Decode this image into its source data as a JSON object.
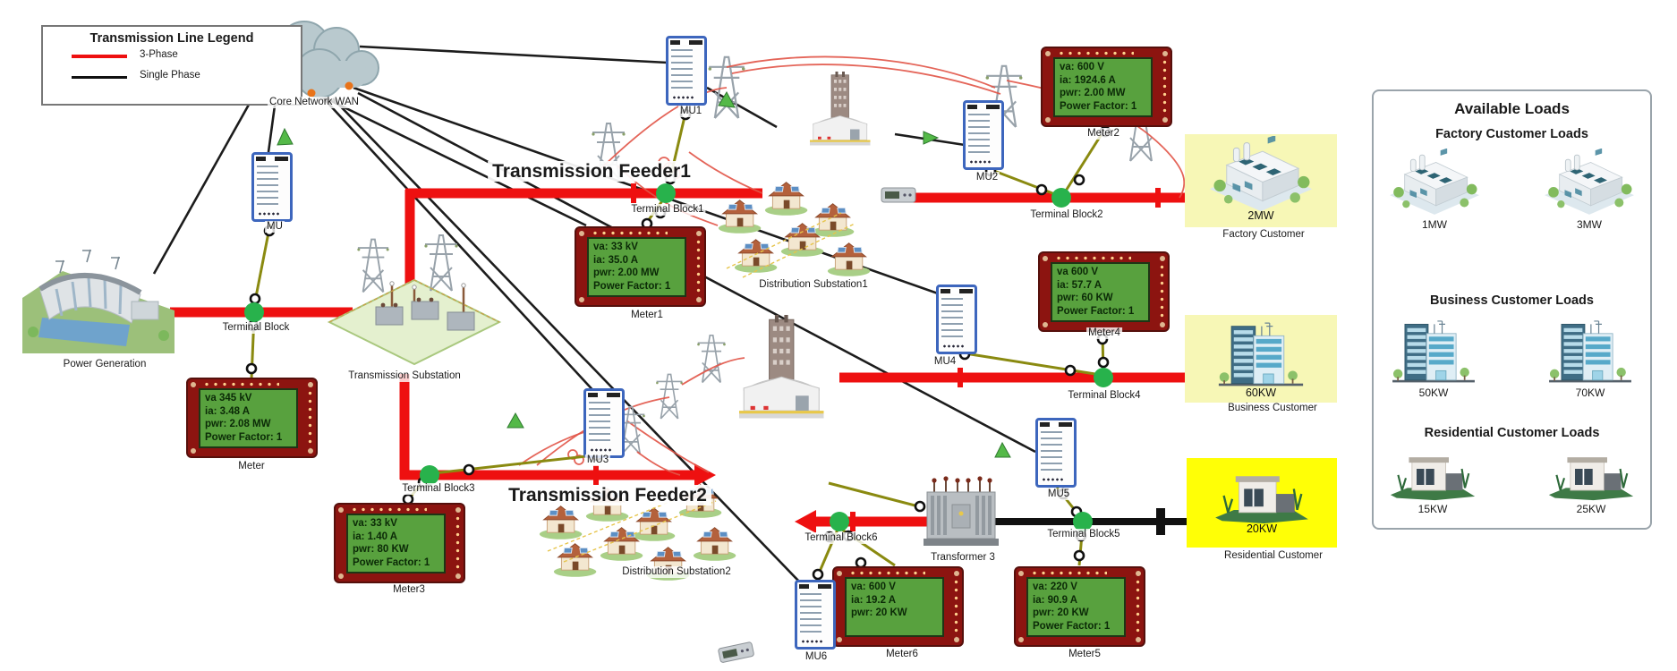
{
  "legend": {
    "title": "Transmission Line Legend",
    "items": [
      {
        "label": "3-Phase",
        "color": "#ee1010"
      },
      {
        "label": "Single Phase",
        "color": "#111111"
      }
    ]
  },
  "colors": {
    "three_phase": "#ee1010",
    "single_phase": "#111111",
    "process_bus": "#8a8a10",
    "terminal_block": "#28b24c",
    "lcd": "#58a13e",
    "highlight_pale": "#f7f7b6",
    "highlight_bright": "#ffff06"
  },
  "labels": {
    "core_network_wan": "Core Network WAN",
    "mu": "MU",
    "mu1": "MU1",
    "mu2": "MU2",
    "mu3": "MU3",
    "mu4": "MU4",
    "mu5": "MU5",
    "mu6": "MU6",
    "power_generation": "Power Generation",
    "transmission_substation": "Transmission Substation",
    "terminal_block": "Terminal Block",
    "terminal_block1": "Terminal Block1",
    "terminal_block2": "Terminal Block2",
    "terminal_block3": "Terminal Block3",
    "terminal_block4": "Terminal Block4",
    "terminal_block5": "Terminal Block5",
    "terminal_block6": "Terminal Block6",
    "distribution_substation1": "Distribution Substation1",
    "distribution_substation2": "Distribution Substation2",
    "transformer3": "Transformer 3",
    "feeder1": "Transmission Feeder1",
    "feeder2": "Transmission Feeder2"
  },
  "meters": {
    "meter": {
      "label": "Meter",
      "lines": [
        "va  345 kV",
        "ia: 3.48 A",
        "pwr: 2.08 MW",
        "Power Factor: 1"
      ]
    },
    "meter1": {
      "label": "Meter1",
      "lines": [
        "va: 33 kV",
        "ia: 35.0 A",
        "pwr: 2.00 MW",
        "Power Factor: 1"
      ]
    },
    "meter2": {
      "label": "Meter2",
      "lines": [
        "va: 600 V",
        "ia: 1924.6 A",
        "pwr: 2.00 MW",
        "Power Factor: 1"
      ]
    },
    "meter3": {
      "label": "Meter3",
      "lines": [
        "va: 33 kV",
        "ia: 1.40 A",
        "pwr: 80 KW",
        "Power Factor: 1"
      ]
    },
    "meter4": {
      "label": "Meter4",
      "lines": [
        "va  600 V",
        "ia: 57.7 A",
        "pwr: 60 KW",
        "Power Factor: 1"
      ]
    },
    "meter5": {
      "label": "Meter5",
      "lines": [
        "va: 220 V",
        "ia: 90.9 A",
        "pwr: 20 KW",
        "Power Factor: 1"
      ]
    },
    "meter6": {
      "label": "Meter6",
      "lines": [
        "va: 600 V",
        "ia: 19.2 A",
        "pwr: 20 KW"
      ]
    }
  },
  "customers": {
    "factory": {
      "value": "2MW",
      "label": "Factory Customer"
    },
    "business": {
      "value": "60KW",
      "label": "Business Customer"
    },
    "residential": {
      "value": "20KW",
      "label": "Residential Customer"
    }
  },
  "loads": {
    "title": "Available Loads",
    "sections": [
      {
        "title": "Factory Customer Loads",
        "options": [
          "1MW",
          "3MW"
        ]
      },
      {
        "title": "Business Customer Loads",
        "options": [
          "50KW",
          "70KW"
        ]
      },
      {
        "title": "Residential Customer Loads",
        "options": [
          "15KW",
          "25KW"
        ]
      }
    ]
  }
}
